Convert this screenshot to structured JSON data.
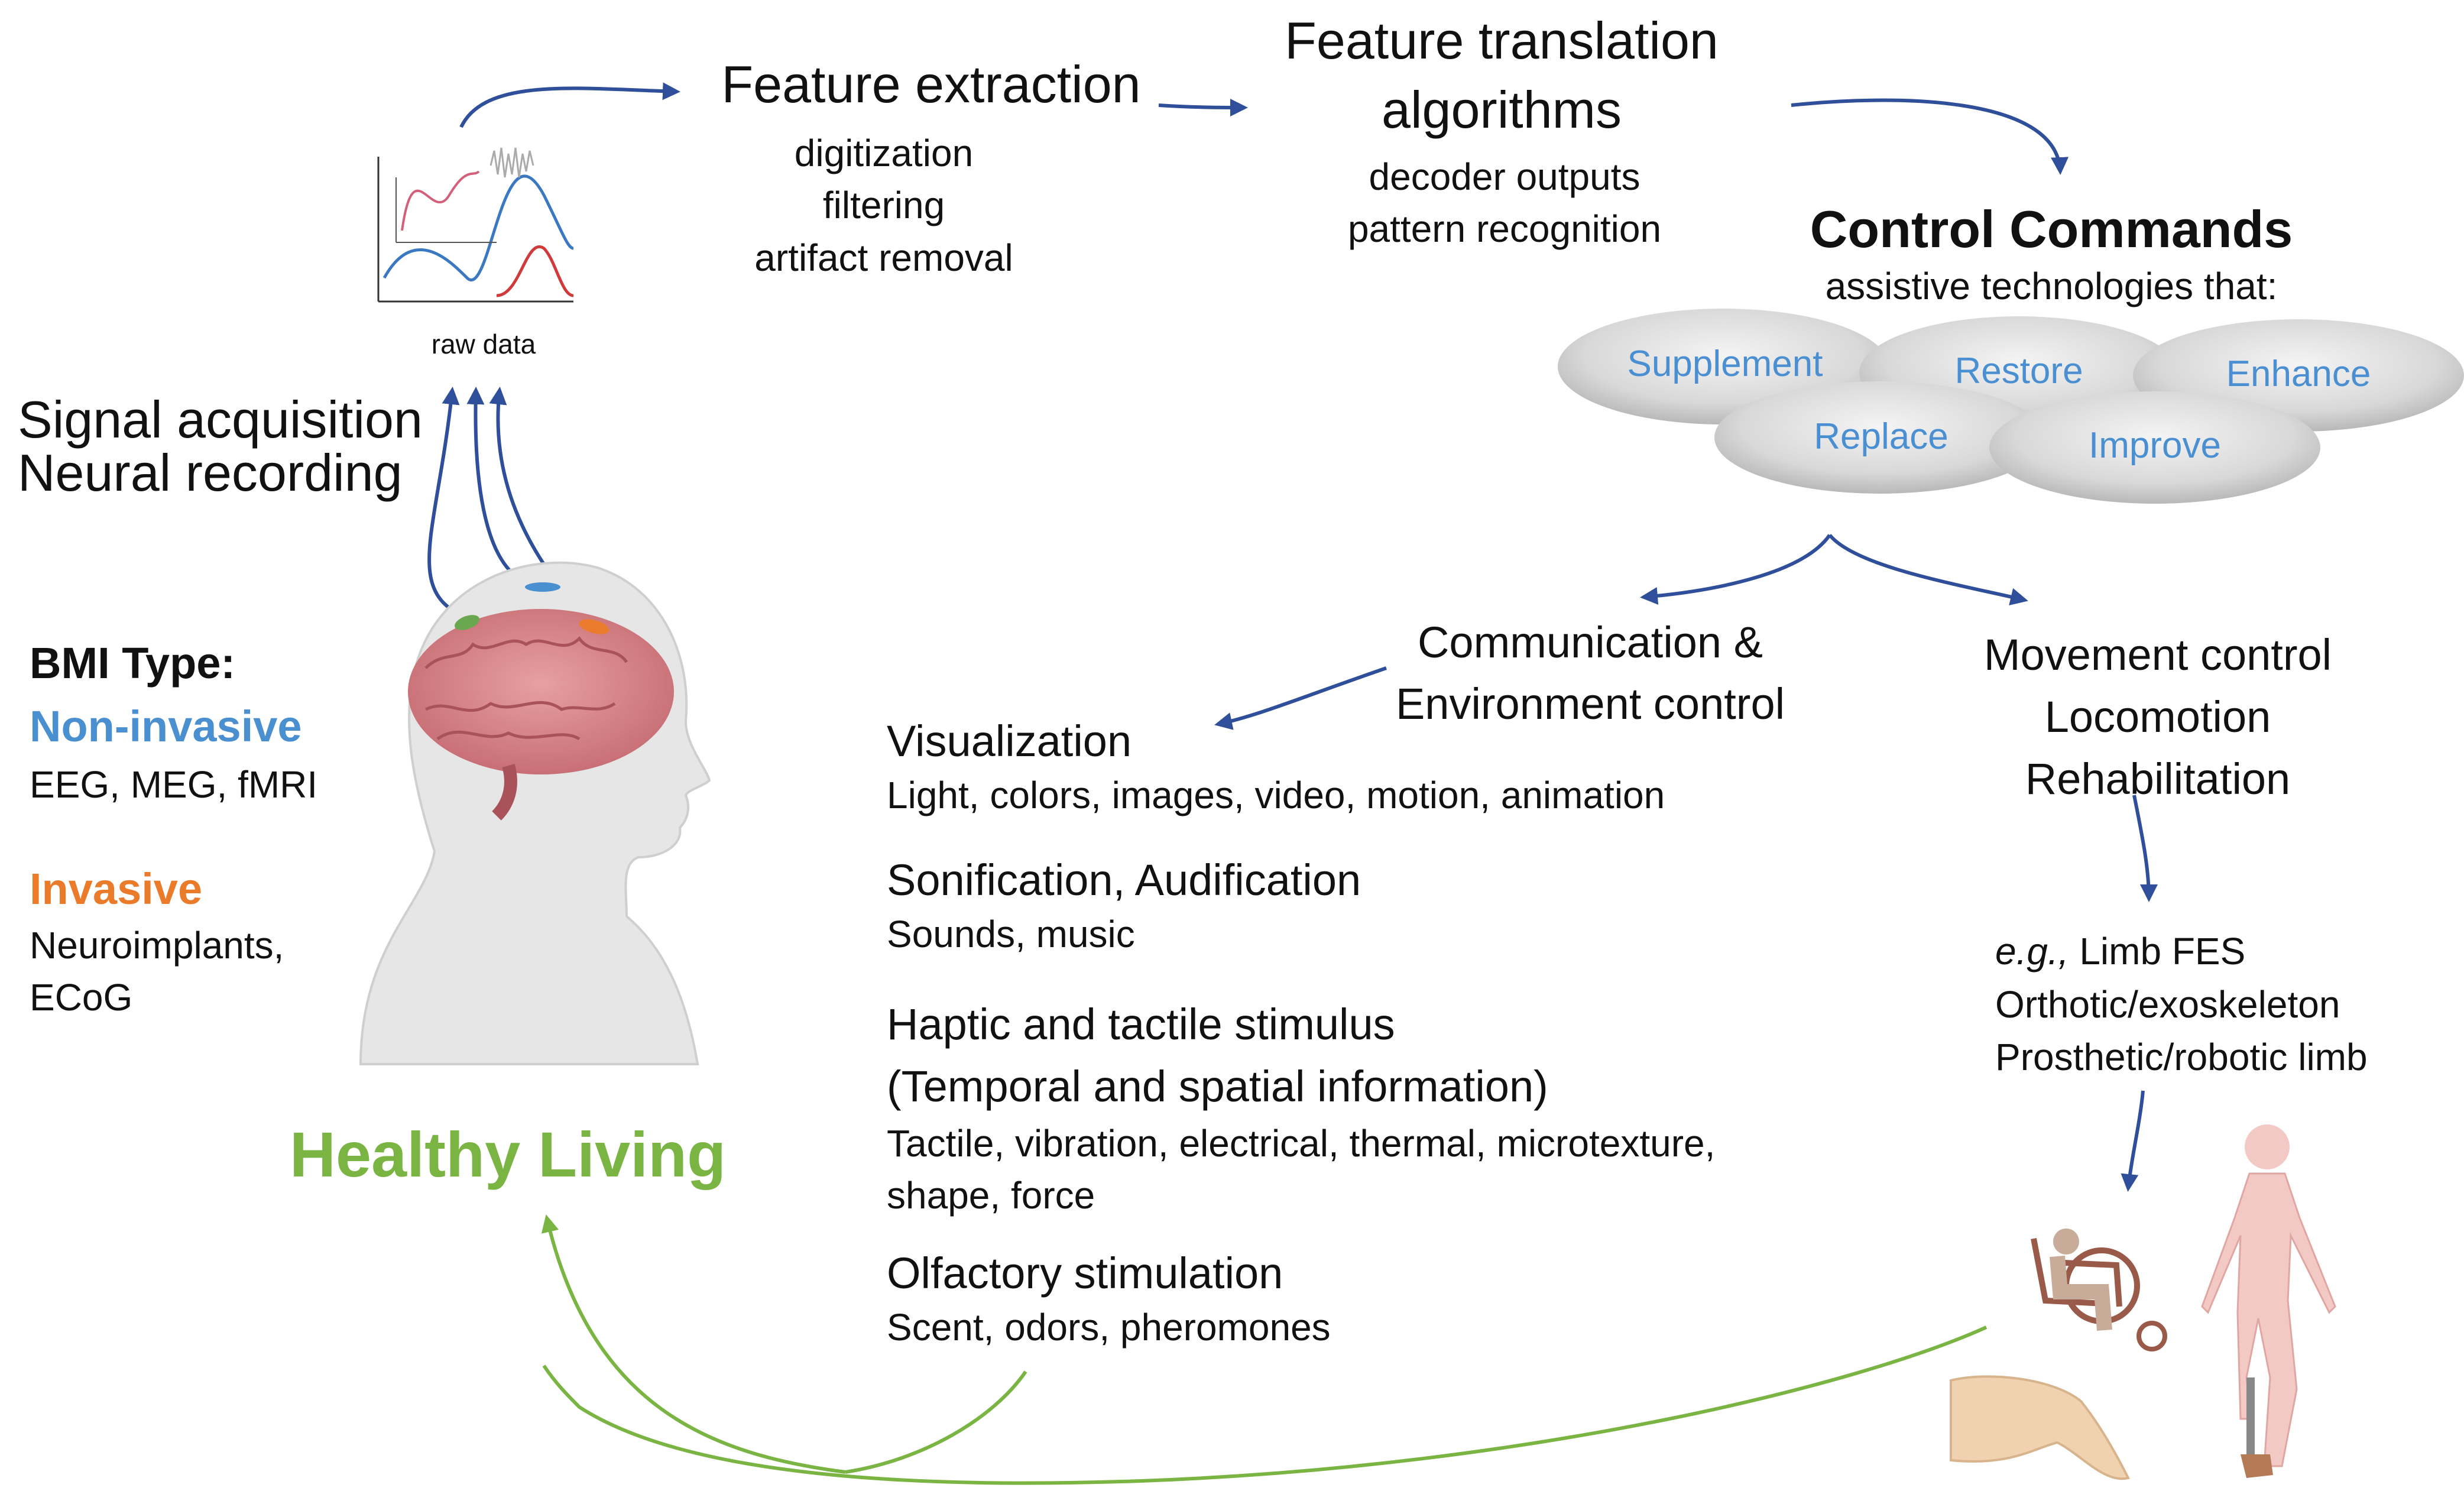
{
  "pipeline": {
    "feature_extraction": {
      "title": "Feature extraction",
      "items": [
        "digitization",
        "filtering",
        "artifact removal"
      ]
    },
    "feature_translation": {
      "title_line1": "Feature translation",
      "title_line2": "algorithms",
      "items": [
        "decoder outputs",
        "pattern recognition"
      ]
    },
    "control_commands": {
      "title": "Control Commands",
      "subtitle": "assistive technologies that:",
      "ellipses": [
        "Supplement",
        "Restore",
        "Enhance",
        "Replace",
        "Improve"
      ]
    },
    "raw_data_label": "raw data"
  },
  "signal": {
    "line1": "Signal acquisition",
    "line2": "Neural recording"
  },
  "bmi": {
    "title": "BMI Type:",
    "noninvasive_label": "Non-invasive",
    "noninvasive_items": "EEG, MEG, fMRI",
    "invasive_label": "Invasive",
    "invasive_items_line1": "Neuroimplants,",
    "invasive_items_line2": "ECoG"
  },
  "healthy_living": "Healthy Living",
  "communication": {
    "line1": "Communication &",
    "line2": "Environment control"
  },
  "movement": {
    "lines": [
      "Movement control",
      "Locomotion",
      "Rehabilitation"
    ],
    "eg_prefix": "e.g.,",
    "eg_first": " Limb FES",
    "examples": [
      "Orthotic/exoskeleton",
      "Prosthetic/robotic limb"
    ]
  },
  "modalities": [
    {
      "title": "Visualization",
      "desc": "Light, colors, images, video, motion, animation"
    },
    {
      "title": "Sonification, Audification",
      "desc": "Sounds, music"
    },
    {
      "title": "Haptic and tactile stimulus",
      "title2": "(Temporal and spatial information)",
      "desc": "Tactile, vibration, electrical, thermal, microtexture,",
      "desc2": "shape, force"
    },
    {
      "title": "Olfactory stimulation",
      "desc": "Scent, odors, pheromones"
    }
  ],
  "colors": {
    "arrow_blue": "#2f4f9a",
    "arrow_green": "#7ab443",
    "noninvasive": "#4a90d0",
    "invasive": "#ea7b2a",
    "healthy": "#7ab443",
    "ellipse_label": "#4a8fd1"
  }
}
